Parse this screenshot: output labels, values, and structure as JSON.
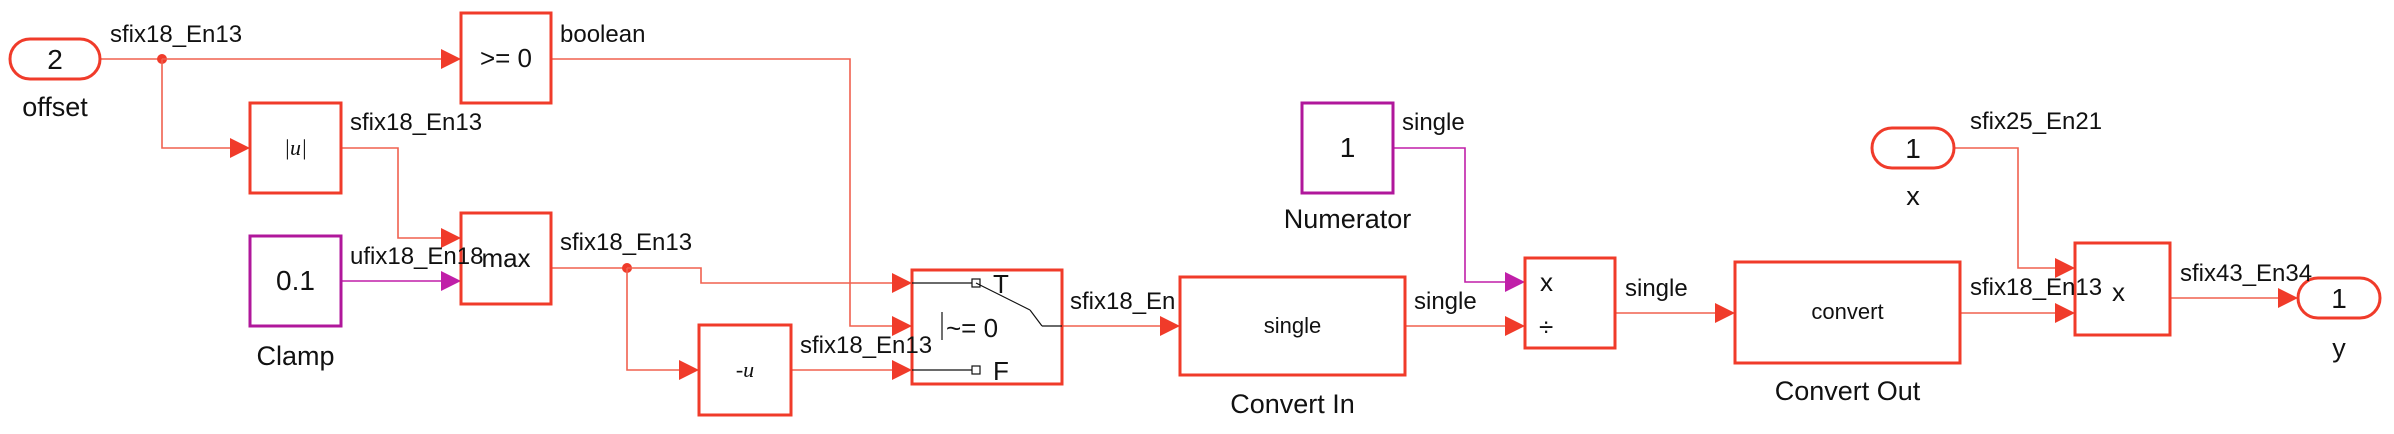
{
  "diagram": {
    "blocks": {
      "offset": {
        "value": "2",
        "name": "offset"
      },
      "ge0": {
        "label": ">= 0"
      },
      "abs": {
        "label": "|u|"
      },
      "clamp": {
        "value": "0.1",
        "name": "Clamp"
      },
      "max": {
        "label": "max"
      },
      "neg": {
        "label": "-u"
      },
      "switch": {
        "t_label": "T",
        "cond_label": "~= 0",
        "f_label": "F"
      },
      "convert_in": {
        "label": "single",
        "name": "Convert In"
      },
      "numerator": {
        "value": "1",
        "name": "Numerator"
      },
      "divide": {
        "mul_label": "x",
        "div_label": "÷"
      },
      "convert_out": {
        "label": "convert",
        "name": "Convert Out"
      },
      "x_in": {
        "value": "1",
        "name": "x"
      },
      "product": {
        "label": "x"
      },
      "y_out": {
        "value": "1",
        "name": "y"
      }
    },
    "signals": {
      "offset_out": "sfix18_En13",
      "ge0_out": "boolean",
      "abs_out": "sfix18_En13",
      "clamp_out": "ufix18_En18",
      "max_out": "sfix18_En13",
      "neg_out": "sfix18_En13",
      "switch_out": "sfix18_En",
      "numerator_out": "single",
      "convert_in_out": "single",
      "divide_out": "single",
      "x_out": "sfix25_En21",
      "convert_out_out": "sfix18_En13",
      "product_out": "sfix43_En34"
    }
  }
}
